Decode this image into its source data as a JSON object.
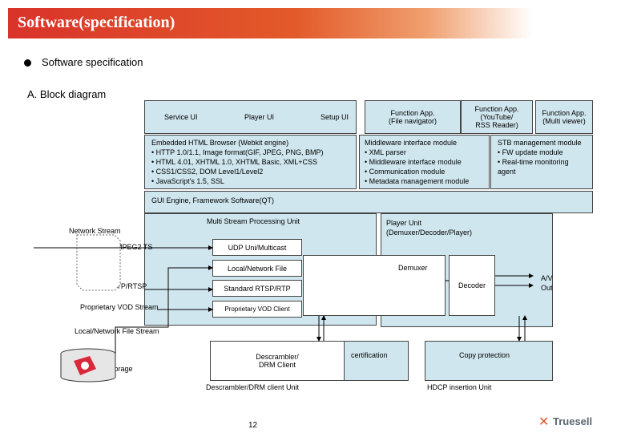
{
  "header": {
    "title": "Software(specification)"
  },
  "bullet": "Software specification",
  "section": "A. Block diagram",
  "diagram": {
    "service_ui": "Service UI",
    "player_ui": "Player UI",
    "setup_ui": "Setup UI",
    "func_file_nav": "Function App.\n(File navigator)",
    "func_youtube": "Function App.\n(YouTube/\nRSS Reader)",
    "func_multi": "Function App.\n(Multi viewer)",
    "browser_title": "Embedded HTML Browser (Webkit engine)",
    "browser_items": [
      "HTTP 1.0/1.1, Image format(GIF, JPEG, PNG, BMP)",
      "HTML 4.01, XHTML 1.0, XHTML Basic, XML+CSS",
      "CSS1/CSS2, DOM Level1/Level2",
      "JavaScript's 1.5, SSL"
    ],
    "middleware_title": "Middleware interface module",
    "middleware_items": [
      "XML parser",
      "Middleware interface module",
      "Communication module",
      "Metadata management module"
    ],
    "stb_title": "STB management module",
    "stb_items": [
      "FW update module",
      "Real-time monitoring agent"
    ],
    "gui_engine": "GUI Engine, Framework Software(QT)",
    "multi_stream": "Multi Stream Processing Unit",
    "player_unit": "Player Unit\n(Demuxer/Decoder/Player)",
    "network_stream": "Network Stream",
    "mpeg2_ts": "MPEG2 TS",
    "udp": "UDP Uni/Multicast",
    "local_file": "Local/Network File",
    "demuxer": "Demuxer",
    "decoder": "Decoder",
    "av_out": "A/V\nOut",
    "standard_rtp": "Standard RTP/RTSP",
    "standard_rtsp": "Standard RTSP/RTP",
    "proprietary_vod": "Proprietary VOD Stream",
    "proprietary_client": "Proprietary VOD Client",
    "local_network_stream": "Local/Network File Stream",
    "descrambler": "Descrambler/\nDRM Client",
    "certification": "certification",
    "copy_protection": "Copy protection",
    "storage": "Storage",
    "descrambler_unit": "Descrambler/DRM client Unit",
    "hdcp_unit": "HDCP insertion Unit"
  },
  "footer": {
    "page": "12",
    "logo": "Truesell"
  }
}
